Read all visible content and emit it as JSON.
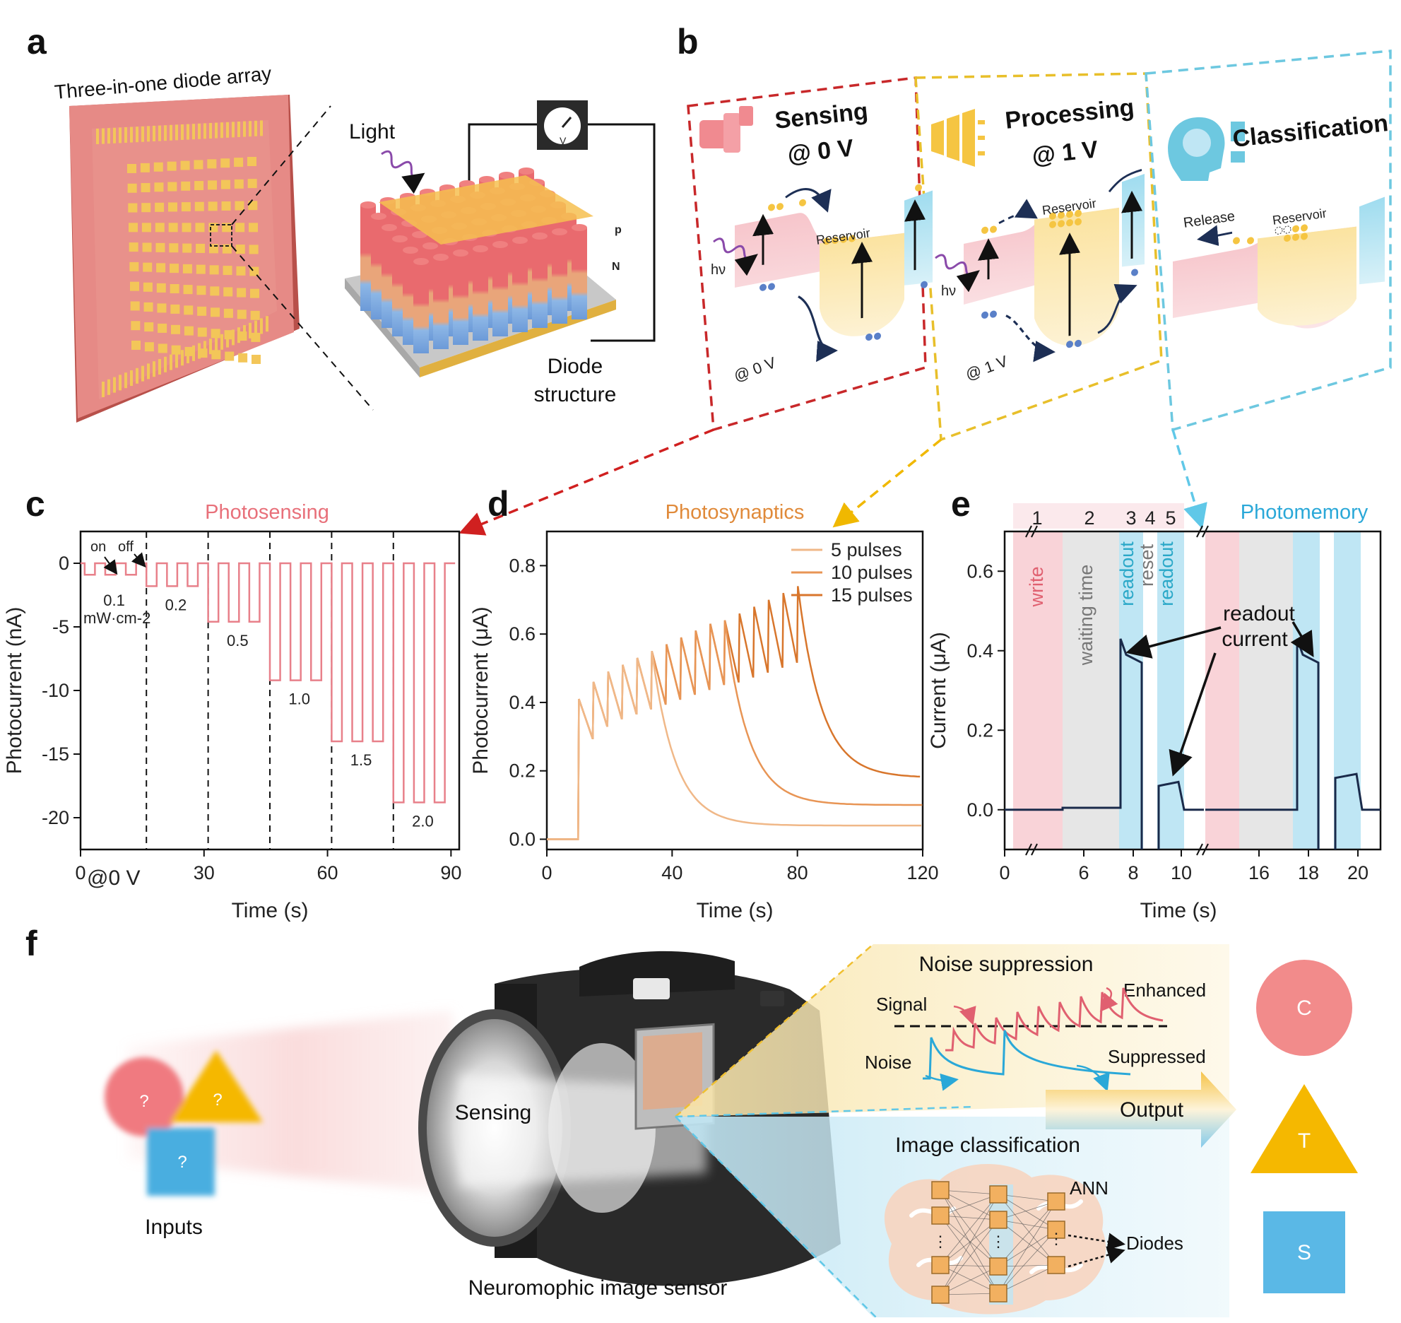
{
  "panels": {
    "a": "a",
    "b": "b",
    "c": "c",
    "d": "d",
    "e": "e",
    "f": "f"
  },
  "panel_a": {
    "title": "Three-in-one diode array",
    "light": "Light",
    "p": "p",
    "n": "N",
    "meter": "V",
    "structure1": "Diode",
    "structure2": "structure"
  },
  "panel_b": {
    "sensing": {
      "title1": "Sensing",
      "title2": "@ 0 V",
      "hv": "hν",
      "reservoir": "Reservoir",
      "bias": "@ 0 V"
    },
    "processing": {
      "title1": "Processing",
      "title2": "@ 1 V",
      "hv": "hν",
      "reservoir": "Reservoir",
      "bias": "@ 1 V"
    },
    "classification": {
      "title": "Classification",
      "release": "Release",
      "reservoir": "Reservoir"
    },
    "colors": {
      "red": "#c8282a",
      "yellow": "#e8bf2a",
      "cyan": "#6dc8e0"
    }
  },
  "chart_data": [
    {
      "panel": "c",
      "type": "line",
      "title": "Photosensing",
      "xlabel": "Time (s)",
      "ylabel": "Photocurrent (nA)",
      "xlim": [
        0,
        92
      ],
      "ylim": [
        -22.5,
        2.5
      ],
      "xticks": [
        0,
        30,
        60,
        90
      ],
      "yticks": [
        0,
        -5,
        -10,
        -15,
        -20
      ],
      "dashed_lines_x": [
        16,
        31,
        46,
        61,
        76
      ],
      "segments": [
        {
          "start": 1,
          "end": 16,
          "level": -0.9,
          "label": "0.1"
        },
        {
          "start": 16,
          "end": 31,
          "level": -1.8,
          "label": "0.2"
        },
        {
          "start": 31,
          "end": 46,
          "level": -4.6,
          "label": "0.5"
        },
        {
          "start": 46,
          "end": 61,
          "level": -9.2,
          "label": "1.0"
        },
        {
          "start": 61,
          "end": 76,
          "level": -14.0,
          "label": "1.5"
        },
        {
          "start": 76,
          "end": 91,
          "level": -18.8,
          "label": "2.0"
        }
      ],
      "unit_label": "mW·cm-2",
      "on_label": "on",
      "off_label": "off",
      "bias_label": "@0 V",
      "color": "#e8808a"
    },
    {
      "panel": "d",
      "type": "line",
      "title": "Photosynaptics",
      "xlabel": "Time (s)",
      "ylabel": "Photocurrent (μA)",
      "xlim": [
        0,
        120
      ],
      "ylim": [
        -0.03,
        0.9
      ],
      "xticks": [
        0,
        40,
        80,
        120
      ],
      "yticks": [
        0.0,
        0.2,
        0.4,
        0.6,
        0.8
      ],
      "pulse_start": 10,
      "pulse_period": 4.66,
      "peaks": [
        0.41,
        0.46,
        0.49,
        0.51,
        0.53,
        0.55,
        0.57,
        0.59,
        0.61,
        0.63,
        0.64,
        0.66,
        0.68,
        0.7,
        0.72,
        0.74
      ],
      "series": [
        {
          "name": "5 pulses",
          "pulses": 5,
          "end_value": 0.04,
          "color": "#f0b888"
        },
        {
          "name": "10 pulses",
          "pulses": 10,
          "end_value": 0.1,
          "color": "#e89555"
        },
        {
          "name": "15 pulses",
          "pulses": 15,
          "end_value": 0.18,
          "color": "#d8762c"
        }
      ]
    },
    {
      "panel": "e",
      "type": "line",
      "title": "Photomemory",
      "xlabel": "Time (s)",
      "ylabel": "Current (μA)",
      "ylim": [
        -0.1,
        0.7
      ],
      "yticks": [
        0.0,
        0.2,
        0.4,
        0.6
      ],
      "xtick_labels": [
        "0",
        "6",
        "8",
        "10",
        "16",
        "18",
        "20"
      ],
      "phases": [
        {
          "num": "1",
          "label": "write",
          "color": "#f9d3d8",
          "text_color": "#e06070"
        },
        {
          "num": "2",
          "label": "waiting time",
          "color": "#e6e6e6",
          "text_color": "#777777"
        },
        {
          "num": "3",
          "label": "readout",
          "color": "#bfe6f4",
          "text_color": "#2aa8c8"
        },
        {
          "num": "4",
          "label": "reset",
          "color": "#ffffff",
          "text_color": "#777777"
        },
        {
          "num": "5",
          "label": "readout",
          "color": "#bfe6f4",
          "text_color": "#2aa8c8"
        }
      ],
      "annotation": [
        "readout",
        "current"
      ],
      "readout_peak_1": 0.43,
      "readout_peak_2": 0.07,
      "color": "#1a2a4a"
    }
  ],
  "panel_f": {
    "inputs": "Inputs",
    "q": "?",
    "sensing": "Sensing",
    "sensor_label": "Neuromophic image sensor",
    "noise_suppression": "Noise suppression",
    "signal": "Signal",
    "enhanced": "Enhanced",
    "noise": "Noise",
    "suppressed": "Suppressed",
    "output": "Output",
    "image_classification": "Image classification",
    "ann": "ANN",
    "dots": "⋮",
    "diodes": "Diodes",
    "out_c": "C",
    "out_t": "T",
    "out_s": "S",
    "colors": {
      "circle": "#f28b8b",
      "triangle": "#f5b800",
      "square": "#5ab8e6",
      "signal": "#e06070",
      "noise": "#2aa8d8"
    }
  }
}
